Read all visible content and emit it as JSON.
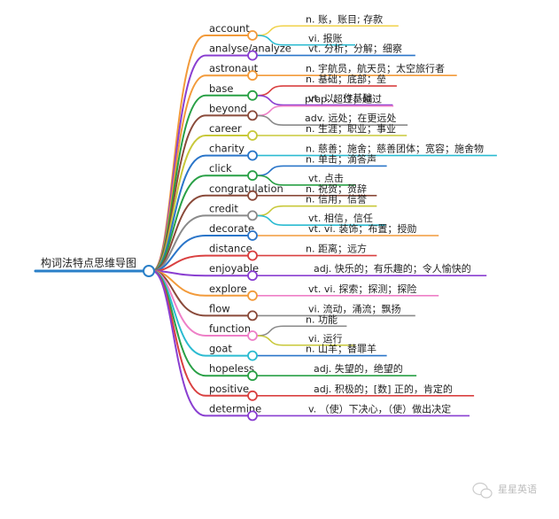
{
  "root": {
    "label": "构词法特点思维导图",
    "color": "#2a7fc8"
  },
  "watermark": {
    "text": "星星英语",
    "icon": "wechat-icon"
  },
  "words": [
    {
      "word": "account",
      "color": "#f29a3a",
      "defs": [
        {
          "text": "n. 账，账目; 存款",
          "color": "#f0d24a"
        },
        {
          "text": "vi. 报账",
          "color": "#2bbbd1"
        }
      ]
    },
    {
      "word": "analyse/analyze",
      "color": "#8a3fd1",
      "defs": [
        {
          "text": "vt. 分析；分解；细察",
          "color": "#2a75c9"
        }
      ]
    },
    {
      "word": "astronaut",
      "color": "#f29a3a",
      "defs": [
        {
          "text": "n. 宇航员，航天员；太空旅行者",
          "color": "#f29a3a"
        }
      ]
    },
    {
      "word": "base",
      "color": "#29a046",
      "defs": [
        {
          "text": "n. 基础；底部；垒",
          "color": "#d94040"
        },
        {
          "text": "vt. 以...作基础",
          "color": "#8a3fd1"
        }
      ]
    },
    {
      "word": "beyond",
      "color": "#8a4a3a",
      "defs": [
        {
          "text": "prep. 超过；越过",
          "color": "#ee7fc7"
        },
        {
          "text": "adv. 远处；在更远处",
          "color": "#8a8a8a"
        }
      ]
    },
    {
      "word": "career",
      "color": "#c8c83a",
      "defs": [
        {
          "text": "n. 生涯；职业；事业",
          "color": "#c8c83a"
        }
      ]
    },
    {
      "word": "charity",
      "color": "#2a75c9",
      "defs": [
        {
          "text": "n. 慈善；施舍；慈善团体；宽容；施舍物",
          "color": "#2bbbd1"
        }
      ]
    },
    {
      "word": "click",
      "color": "#29a046",
      "defs": [
        {
          "text": "n. 单击；滴答声",
          "color": "#2a75c9"
        },
        {
          "text": "vt. 点击",
          "color": "#29a046"
        }
      ]
    },
    {
      "word": "congratulation",
      "color": "#8a4a3a",
      "defs": [
        {
          "text": "n. 祝贺；贺辞",
          "color": "#8a4a3a"
        }
      ]
    },
    {
      "word": "credit",
      "color": "#8a8a8a",
      "defs": [
        {
          "text": "n. 信用，信誉",
          "color": "#c8c83a"
        },
        {
          "text": "vt. 相信，信任",
          "color": "#2bbbd1"
        }
      ]
    },
    {
      "word": "decorate",
      "color": "#2a75c9",
      "defs": [
        {
          "text": "vt. vi. 装饰；布置；授勋",
          "color": "#f29a3a"
        }
      ]
    },
    {
      "word": "distance",
      "color": "#d94040",
      "defs": [
        {
          "text": "n. 距离；远方",
          "color": "#d94040"
        }
      ]
    },
    {
      "word": "enjoyable",
      "color": "#8a3fd1",
      "defs": [
        {
          "text": "adj. 快乐的；有乐趣的；令人愉快的",
          "color": "#8a3fd1"
        }
      ]
    },
    {
      "word": "explore",
      "color": "#f29a3a",
      "defs": [
        {
          "text": "vt. vi. 探索；探测；探险",
          "color": "#ee7fc7"
        }
      ]
    },
    {
      "word": "flow",
      "color": "#8a4a3a",
      "defs": [
        {
          "text": "vi. 流动，涌流；飘扬",
          "color": "#8a8a8a"
        }
      ]
    },
    {
      "word": "function",
      "color": "#ee7fc7",
      "defs": [
        {
          "text": "n. 功能",
          "color": "#8a8a8a"
        },
        {
          "text": "vi. 运行",
          "color": "#c8c83a"
        }
      ]
    },
    {
      "word": "goat",
      "color": "#2bbbd1",
      "defs": [
        {
          "text": "n. 山羊；替罪羊",
          "color": "#2a75c9"
        }
      ]
    },
    {
      "word": "hopeless",
      "color": "#29a046",
      "defs": [
        {
          "text": "adj. 失望的，绝望的",
          "color": "#29a046"
        }
      ]
    },
    {
      "word": "positive",
      "color": "#d94040",
      "defs": [
        {
          "text": "adj. 积极的；[数] 正的，肯定的",
          "color": "#d94040"
        }
      ]
    },
    {
      "word": "determine",
      "color": "#8a3fd1",
      "defs": [
        {
          "text": "v. （使）下决心，（使）做出决定",
          "color": "#8a3fd1"
        }
      ]
    }
  ]
}
